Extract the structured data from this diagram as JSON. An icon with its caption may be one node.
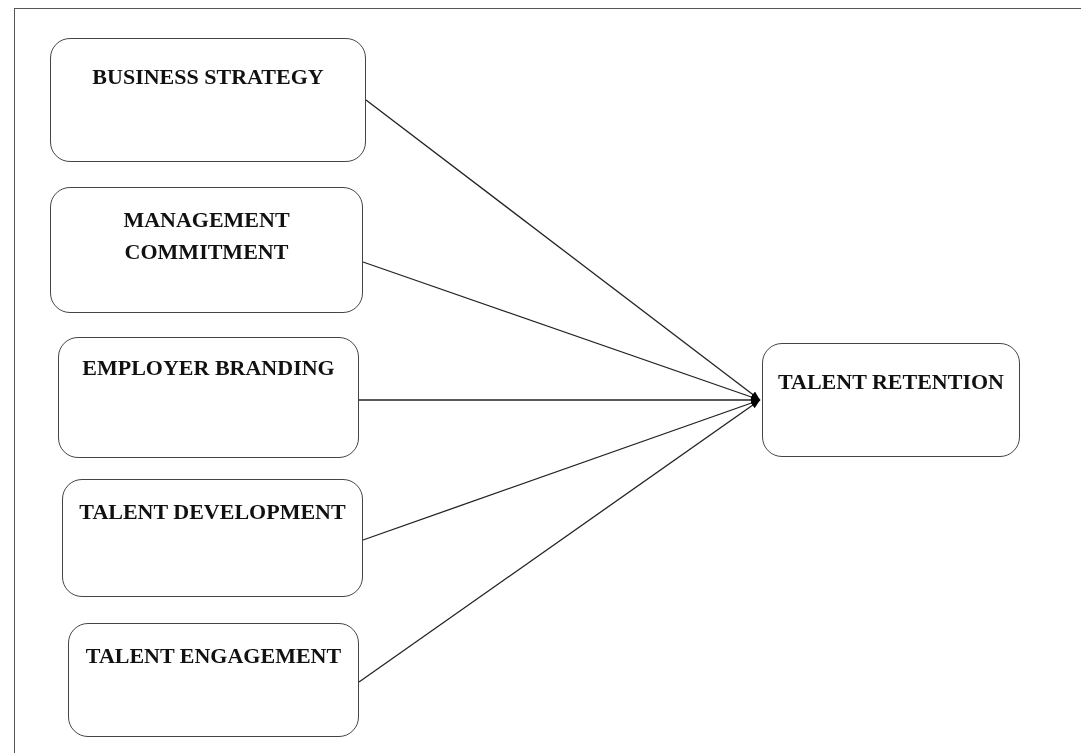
{
  "diagram": {
    "nodes": [
      {
        "text": [
          "BUSINESS STRATEGY"
        ]
      },
      {
        "text": [
          "MANAGEMENT COMMITMENT"
        ]
      },
      {
        "text": [
          "EMPLOYER BRANDING"
        ]
      },
      {
        "text": [
          "TALENT DEVELOPMENT"
        ]
      },
      {
        "text": [
          "TALENT ENGAGEMENT"
        ]
      },
      {
        "text": [
          "TALENT RETENTION"
        ]
      }
    ],
    "edges": [
      {
        "from": 0,
        "to": 5,
        "arrow": "to"
      },
      {
        "from": 1,
        "to": 5,
        "arrow": "to"
      },
      {
        "from": 2,
        "to": 5,
        "arrow": "to"
      },
      {
        "from": 3,
        "to": 5,
        "arrow": "to"
      },
      {
        "from": 4,
        "to": 5,
        "arrow": "to"
      }
    ]
  }
}
